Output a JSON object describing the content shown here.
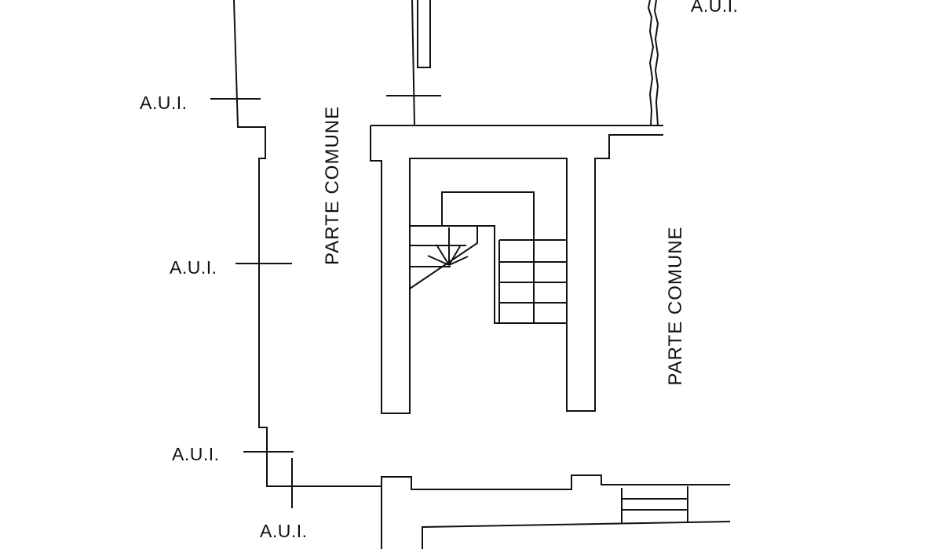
{
  "labels": {
    "aui_1": "A.U.I.",
    "aui_2": "A.U.I.",
    "aui_3": "A.U.I.",
    "aui_4": "A.U.I.",
    "aui_5": "A.U.I.",
    "parte_comune_left": "PARTE COMUNE",
    "parte_comune_right": "PARTE COMUNE"
  },
  "style": {
    "line_color": "#111111",
    "background": "#ffffff"
  }
}
